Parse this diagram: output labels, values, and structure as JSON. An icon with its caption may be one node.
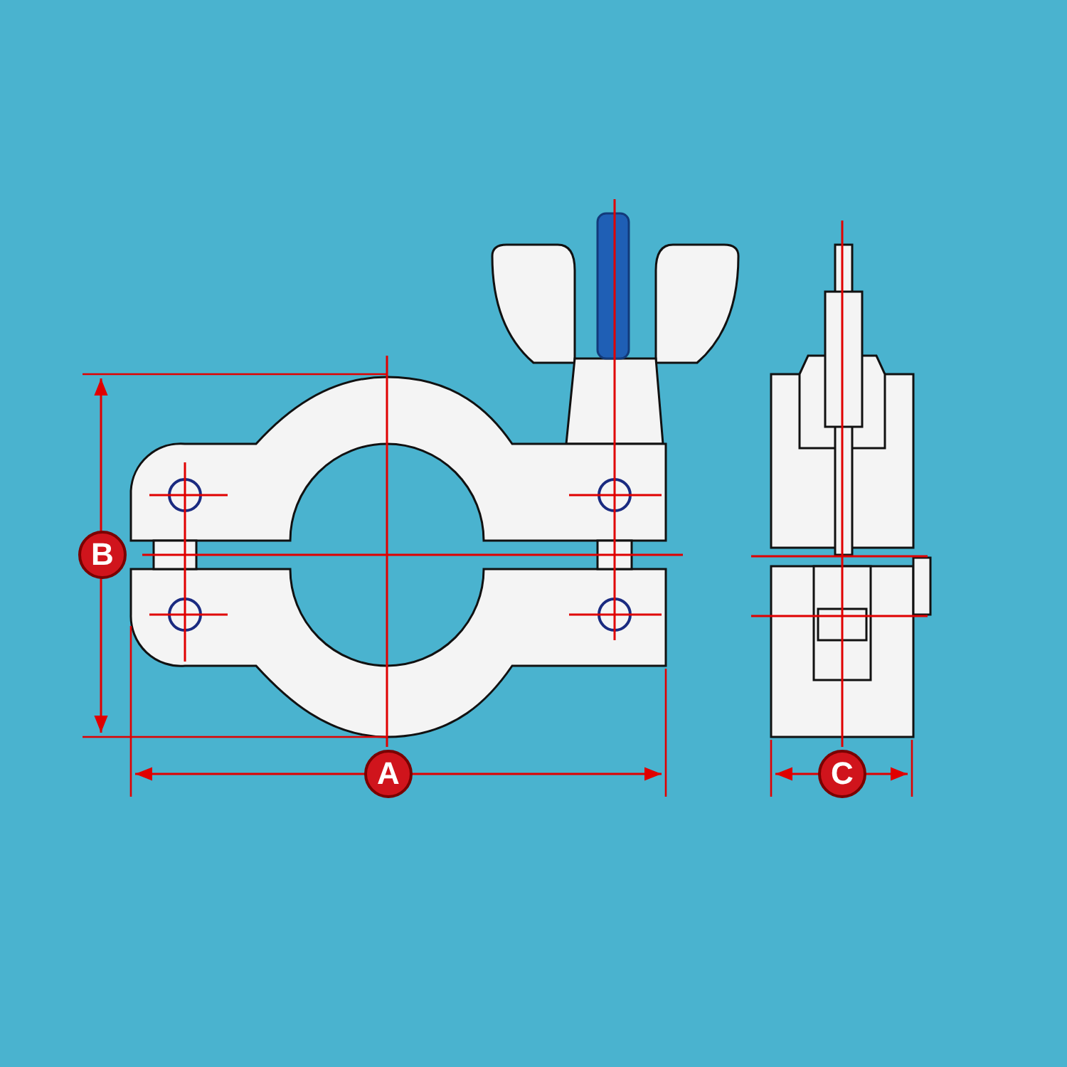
{
  "diagram": {
    "labels": [
      "B",
      "A",
      "C"
    ]
  }
}
